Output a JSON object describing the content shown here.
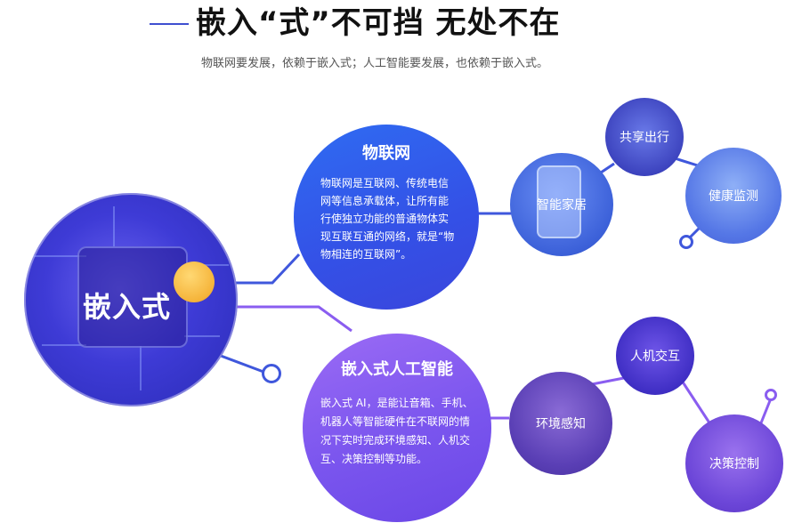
{
  "header": {
    "title": "嵌入“式”不可挡 无处不在",
    "subtitle": "物联网要发展，依赖于嵌入式；人工智能要发展，也依赖于嵌入式。"
  },
  "center": {
    "label": "嵌入式"
  },
  "iot": {
    "title": "物联网",
    "description": "物联网是互联网、传统电信网等信息承载体，让所有能行使独立功能的普通物体实现互联互通的网络，就是“物物相连的互联网”。",
    "items": [
      "智能家居",
      "共享出行",
      "健康监测"
    ]
  },
  "ai": {
    "title": "嵌入式人工智能",
    "description": "嵌入式 AI，是能让音箱、手机、机器人等智能硬件在不联网的情况下实时完成环境感知、人机交互、决策控制等功能。",
    "items": [
      "环境感知",
      "人机交互",
      "决策控制"
    ]
  },
  "colors": {
    "accent_blue": "#3f4fd0",
    "iot_blue": "#3450e6",
    "ai_purple": "#7a55ee",
    "orange": "#f5b43a"
  }
}
